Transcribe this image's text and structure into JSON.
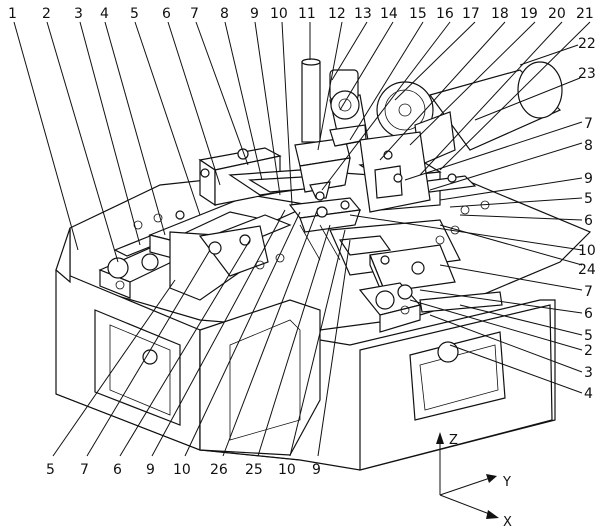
{
  "callouts_top": [
    "1",
    "2",
    "3",
    "4",
    "5",
    "6",
    "7",
    "8",
    "9",
    "10",
    "11",
    "12",
    "13",
    "14",
    "15",
    "16",
    "17",
    "18",
    "19",
    "20",
    "21"
  ],
  "callouts_right": [
    "22",
    "23",
    "7",
    "8",
    "9",
    "5",
    "6",
    "10",
    "24",
    "7",
    "6",
    "5",
    "2",
    "3",
    "4"
  ],
  "callouts_bottom": [
    "5",
    "7",
    "6",
    "9",
    "10",
    "26",
    "25",
    "10",
    "9"
  ],
  "axes": {
    "z": "Z",
    "y": "Y",
    "x": "X"
  }
}
